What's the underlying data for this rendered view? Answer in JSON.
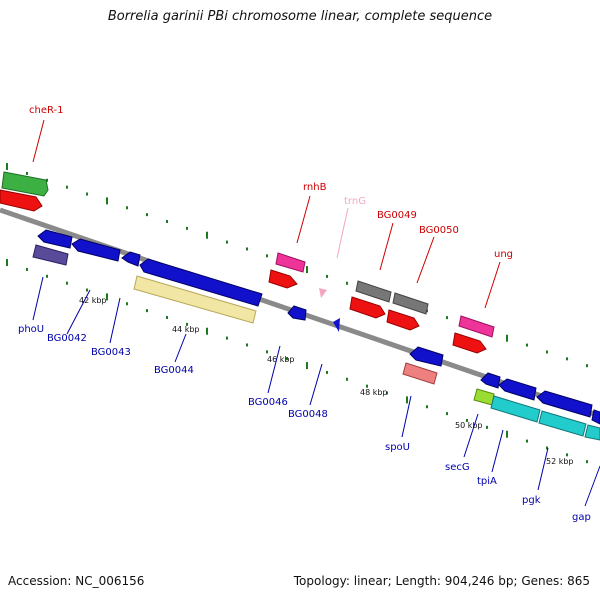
{
  "title": "Borrelia garinii PBi chromosome linear, complete sequence",
  "footer": {
    "accession": "Accession: NC_006156",
    "summary": "Topology: linear; Length: 904,246 bp; Genes: 865"
  },
  "colors": {
    "backbone": "#8a8a8a",
    "tick": "#1f7a1f",
    "forward_label": "#cc0000",
    "reverse_label": "#0000aa",
    "trna_label": "#f4a6c0"
  },
  "kbp_ticks": [
    "42 kbp",
    "44 kbp",
    "46 kbp",
    "48 kbp",
    "50 kbp",
    "52 kbp"
  ],
  "genes_top": [
    {
      "name": "cheR-1"
    },
    {
      "name": "rnhB"
    },
    {
      "name": "trnG"
    },
    {
      "name": "BG0049"
    },
    {
      "name": "BG0050"
    },
    {
      "name": "ung"
    }
  ],
  "genes_bottom": [
    {
      "name": "phoU"
    },
    {
      "name": "BG0042"
    },
    {
      "name": "BG0043"
    },
    {
      "name": "BG0044"
    },
    {
      "name": "BG0046"
    },
    {
      "name": "BG0048"
    },
    {
      "name": "spoU"
    },
    {
      "name": "secG"
    },
    {
      "name": "tpiA"
    },
    {
      "name": "pgk"
    },
    {
      "name": "gap"
    }
  ]
}
